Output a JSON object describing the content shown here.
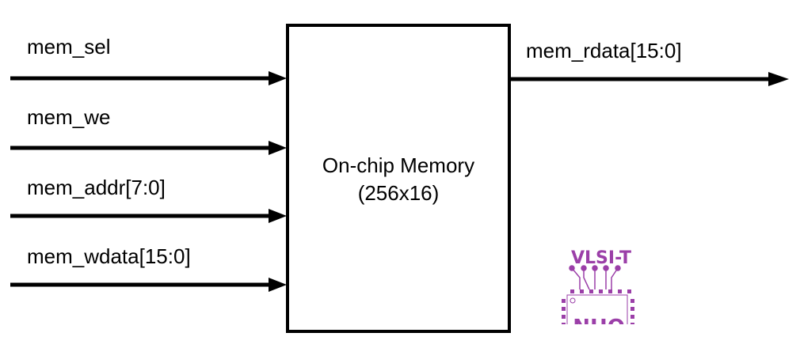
{
  "block": {
    "title": "On-chip Memory",
    "subtitle": "(256x16)"
  },
  "inputs": [
    {
      "label": "mem_sel"
    },
    {
      "label": "mem_we"
    },
    {
      "label": "mem_addr[7:0]"
    },
    {
      "label": "mem_wdata[15:0]"
    }
  ],
  "outputs": [
    {
      "label": "mem_rdata[15:0]"
    }
  ],
  "logo": {
    "text": "VLSI-T",
    "subtext": "NHQ",
    "color": "#9b3fa8"
  },
  "colors": {
    "line": "#000000",
    "background": "#ffffff"
  }
}
